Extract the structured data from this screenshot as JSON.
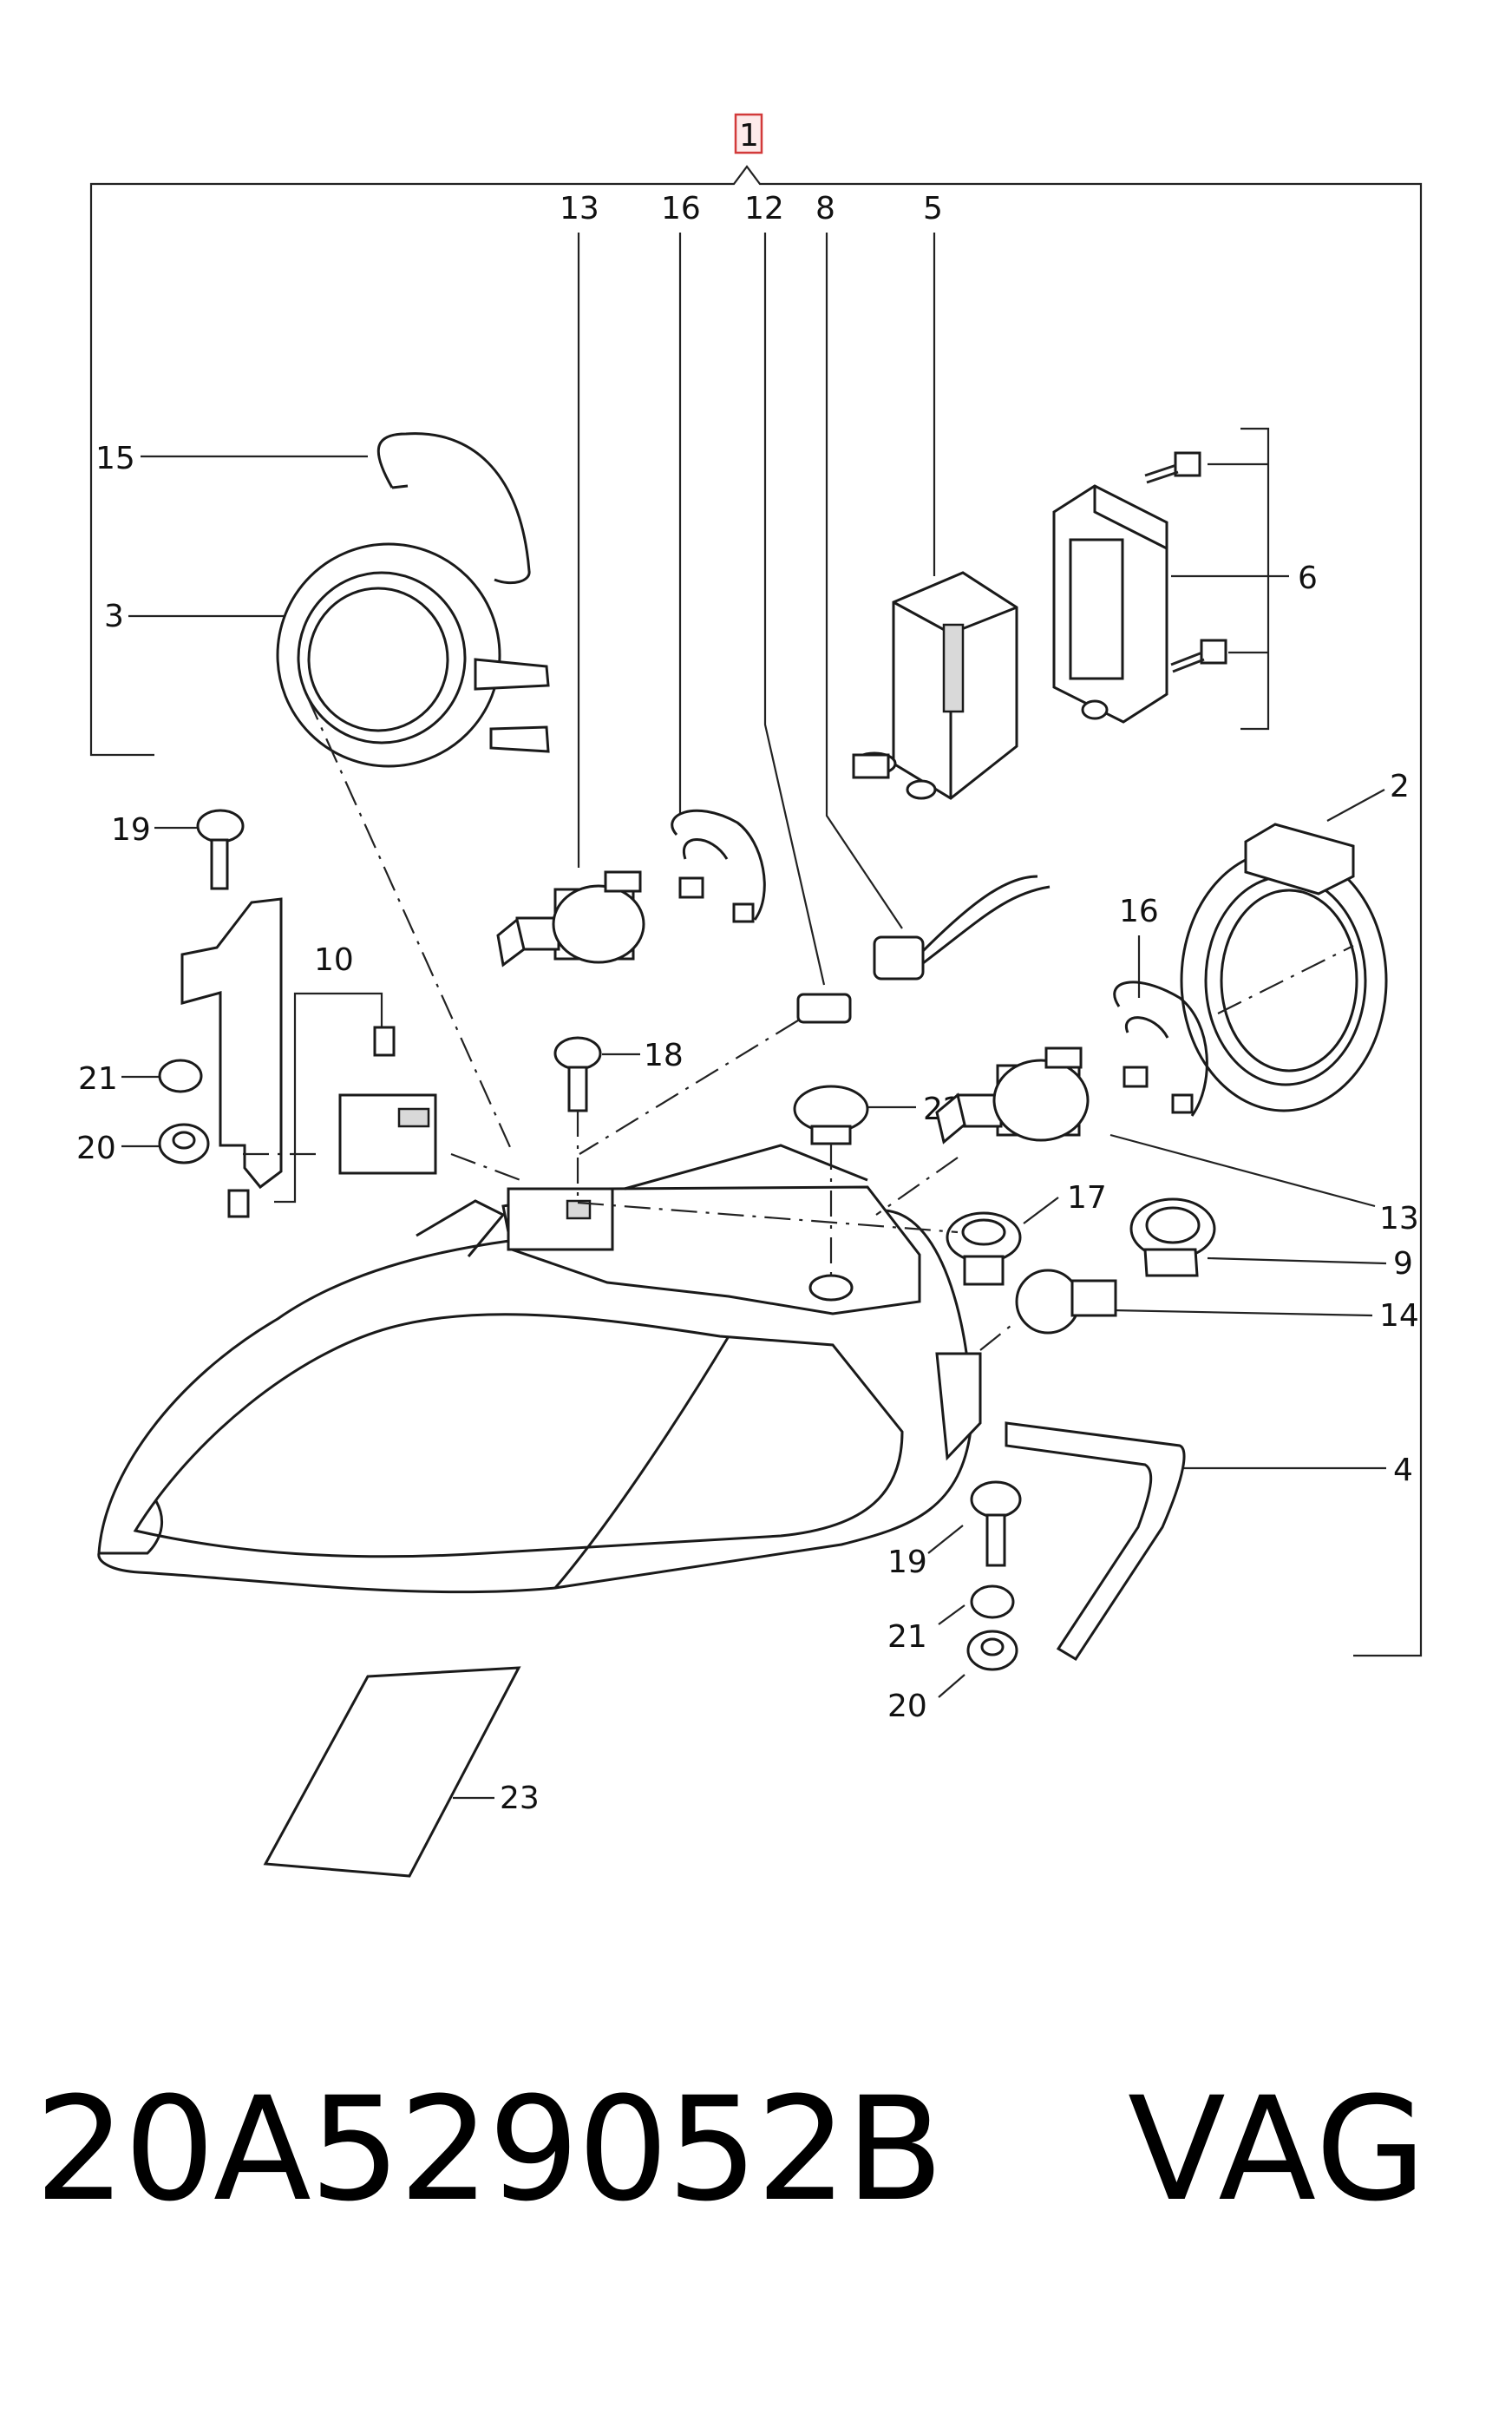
{
  "diagram": {
    "callouts": {
      "c1": "1",
      "c2": "2",
      "c3": "3",
      "c4": "4",
      "c5": "5",
      "c6": "6",
      "c8": "8",
      "c9": "9",
      "c10": "10",
      "c12": "12",
      "c13_top": "13",
      "c13_right": "13",
      "c14": "14",
      "c15": "15",
      "c16_top": "16",
      "c16_right": "16",
      "c17": "17",
      "c18": "18",
      "c19_left": "19",
      "c19_bottom": "19",
      "c20_left": "20",
      "c20_bottom": "20",
      "c21_left": "21",
      "c21_bottom": "21",
      "c22": "22",
      "c23": "23"
    }
  },
  "footer": {
    "part_number": "20A529052B",
    "brand": "VAG"
  }
}
